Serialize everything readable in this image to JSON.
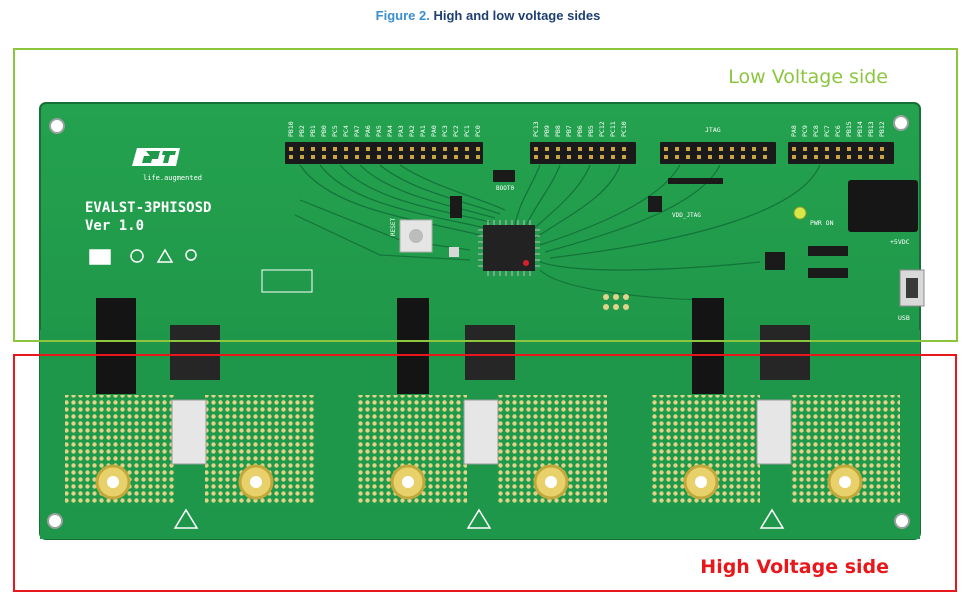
{
  "figure": {
    "number": "Figure 2.",
    "title": "High and low voltage sides"
  },
  "board": {
    "logo_tagline": "life.augmented",
    "name": "EVALST-3PHISOSD",
    "version": "Ver 1.0",
    "labels": {
      "boot": "BOOT0",
      "jtag": "JTAG",
      "pwr_on": "PWR ON",
      "vdd_jtag": "VDD_JTAG",
      "power_in": "+5VDC",
      "usb": "USB",
      "reset": "RESET"
    },
    "header1_pins": [
      "PB10",
      "PB2",
      "PB1",
      "PB0",
      "PC5",
      "PC4",
      "PA7",
      "PA6",
      "PA5",
      "PA4",
      "PA3",
      "PA2",
      "PA1",
      "PA0",
      "PC3",
      "PC2",
      "PC1",
      "PC0"
    ],
    "header2_pins": [
      "PC13",
      "PB9",
      "PB8",
      "PB7",
      "PB6",
      "PB5",
      "PC12",
      "PC11",
      "PC10"
    ],
    "header3_pins": [
      "PA8",
      "PC9",
      "PC8",
      "PC7",
      "PC6",
      "PB15",
      "PB14",
      "PB13",
      "PB12"
    ],
    "colors": {
      "pcb": "#1f9a4a",
      "low_zone": "#8cc63f",
      "high_zone": "#e8171b"
    }
  },
  "zones": {
    "low": "Low Voltage side",
    "high": "High Voltage side"
  }
}
